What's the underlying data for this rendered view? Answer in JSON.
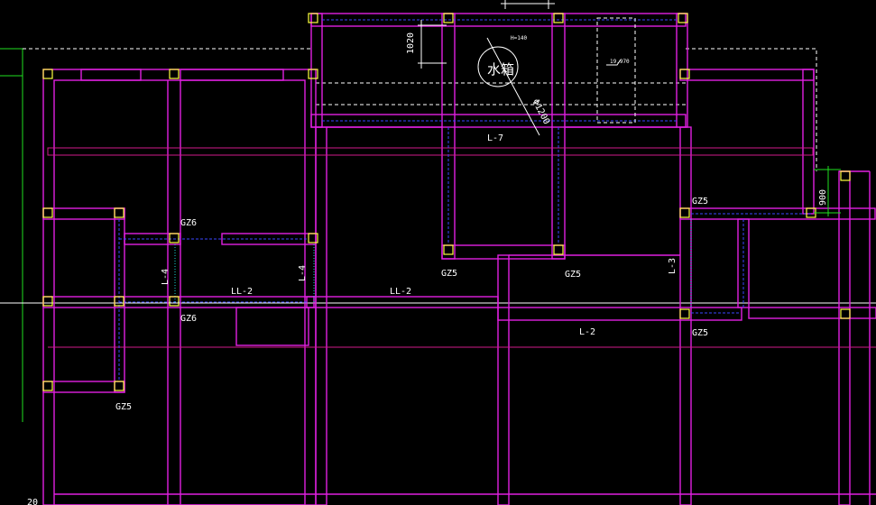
{
  "drawing": {
    "background": "#000000",
    "colors": {
      "wall": "#e020e0",
      "beam": "#d01a8a",
      "column": "#ffff40",
      "hidden": "#3a46ff",
      "dim": "#20e020",
      "text": "#ffffff"
    },
    "labels": {
      "gz6_top": "GZ6",
      "gz6_bottom": "GZ6",
      "gz5_left": "GZ5",
      "gz5_mid_left": "GZ5",
      "gz5_mid_right": "GZ5",
      "gz5_right_top": "GZ5",
      "gz5_right_bottom": "GZ5",
      "l4_left": "L-4",
      "l4_right": "L-4",
      "l3": "L-3",
      "l7": "L-7",
      "l2": "L-2",
      "ll2_left": "LL-2",
      "ll2_right": "LL-2",
      "dim_1020": "1020",
      "dim_900": "900",
      "tank_name": "水箱",
      "tank_height": "H=140",
      "tank_diameter": "Φ1200",
      "elevation": "19.970",
      "edge_mark": "20"
    }
  }
}
